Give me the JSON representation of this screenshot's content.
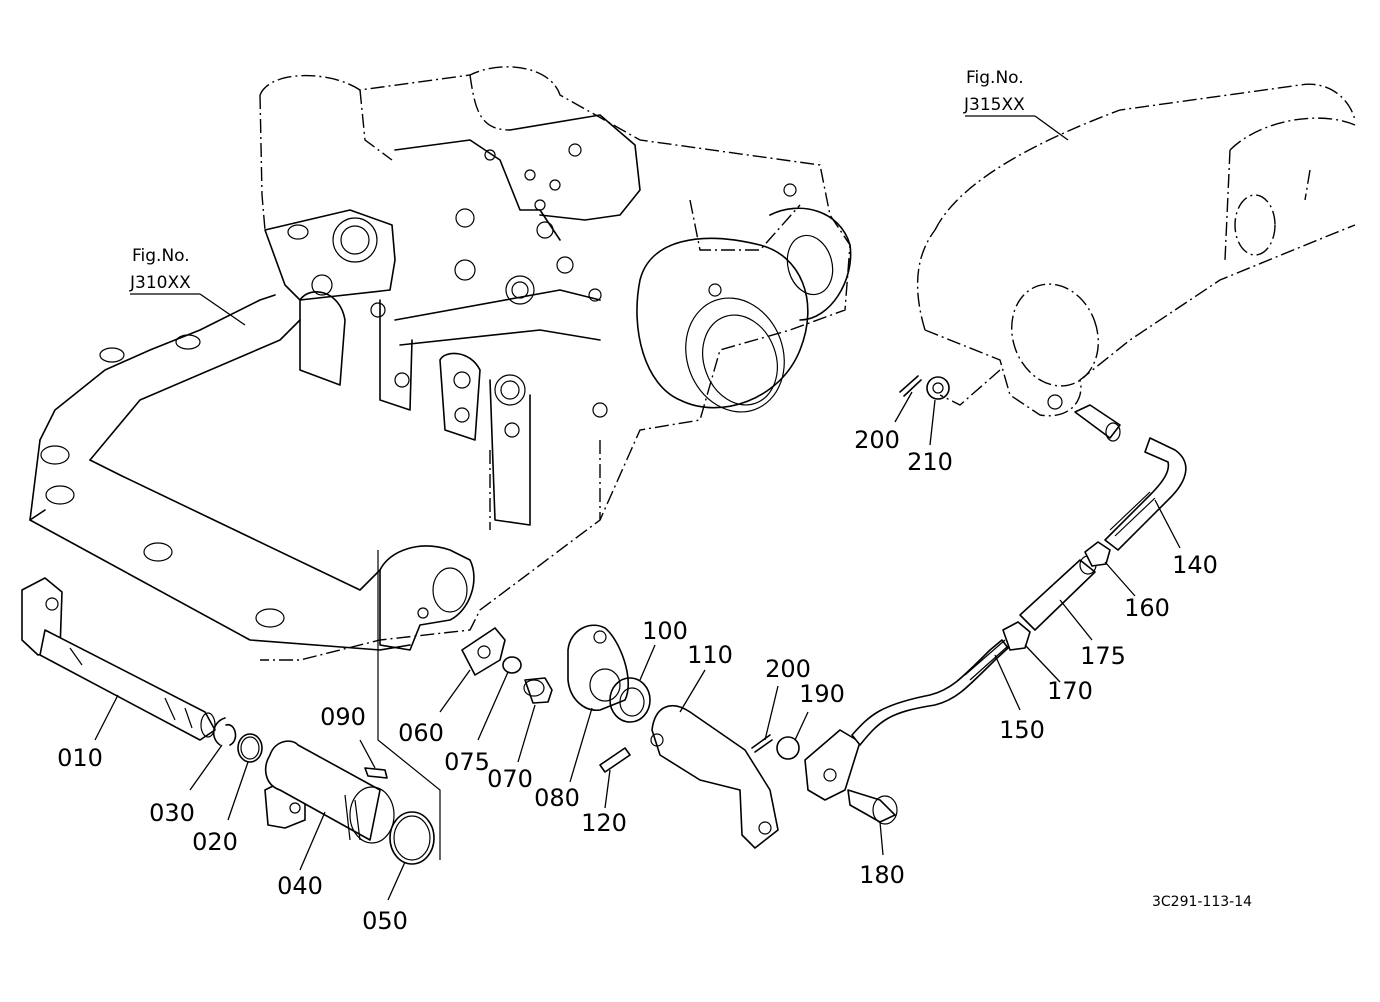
{
  "figure_refs": [
    {
      "line1": "Fig.No.",
      "line2": "J310XX"
    },
    {
      "line1": "Fig.No.",
      "line2": "J315XX"
    }
  ],
  "parts": [
    {
      "key": "p010",
      "label": "010"
    },
    {
      "key": "p020",
      "label": "020"
    },
    {
      "key": "p030",
      "label": "030"
    },
    {
      "key": "p040",
      "label": "040"
    },
    {
      "key": "p050",
      "label": "050"
    },
    {
      "key": "p060",
      "label": "060"
    },
    {
      "key": "p070",
      "label": "070"
    },
    {
      "key": "p075",
      "label": "075"
    },
    {
      "key": "p080",
      "label": "080"
    },
    {
      "key": "p090",
      "label": "090"
    },
    {
      "key": "p100",
      "label": "100"
    },
    {
      "key": "p110",
      "label": "110"
    },
    {
      "key": "p120",
      "label": "120"
    },
    {
      "key": "p140",
      "label": "140"
    },
    {
      "key": "p150",
      "label": "150"
    },
    {
      "key": "p160",
      "label": "160"
    },
    {
      "key": "p170",
      "label": "170"
    },
    {
      "key": "p175",
      "label": "175"
    },
    {
      "key": "p180",
      "label": "180"
    },
    {
      "key": "p190",
      "label": "190"
    },
    {
      "key": "p200a",
      "label": "200"
    },
    {
      "key": "p200b",
      "label": "200"
    },
    {
      "key": "p210",
      "label": "210"
    }
  ],
  "document_id": "3C291-113-14"
}
